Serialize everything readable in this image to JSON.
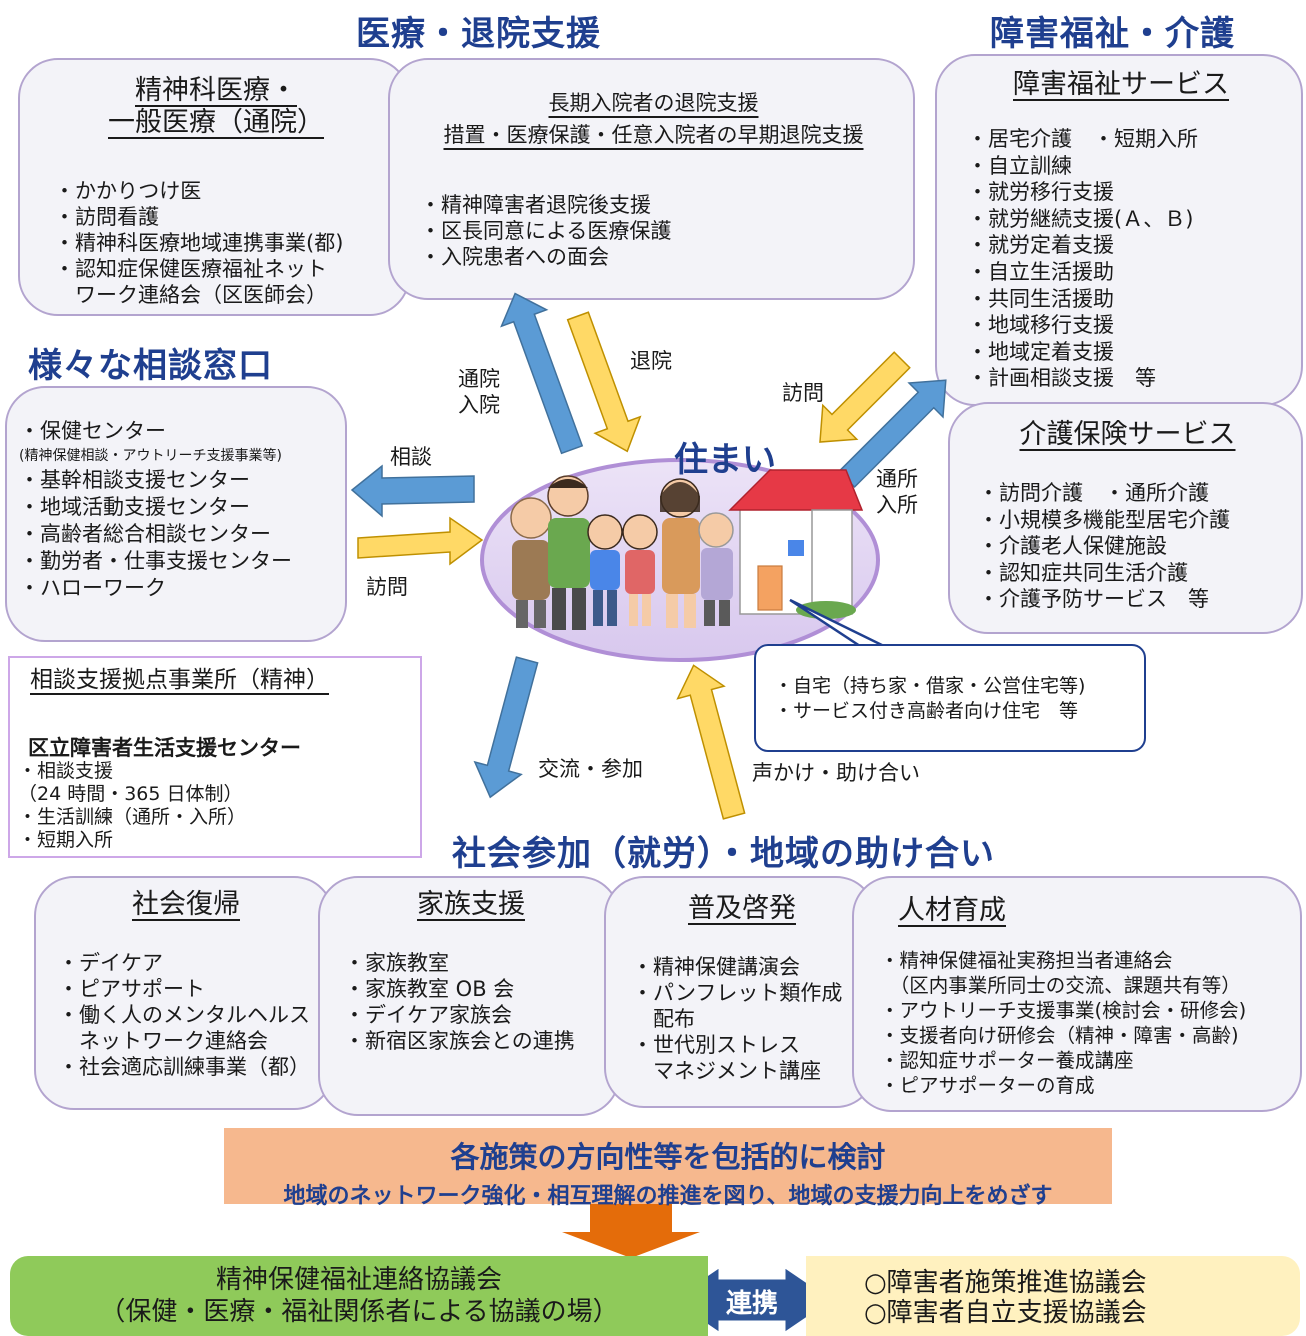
{
  "headings": {
    "medical": "医療・退院支援",
    "welfare": "障害福祉・介護",
    "consult": "様々な相談窓口",
    "social": "社会参加（就労）・地域の助け合い"
  },
  "boxes": {
    "psychiatric": {
      "title_line1": "精神科医療・",
      "title_line2": "一般医療（通院）",
      "items": [
        "・かかりつけ医",
        "・訪問看護",
        "・精神科医療地域連携事業(都)",
        "・認知症保健医療福祉ネット",
        "　ワーク連絡会（区医師会）"
      ]
    },
    "discharge": {
      "title_line1": "長期入院者の退院支援",
      "title_line2": "措置・医療保護・任意入院者の早期退院支援",
      "items": [
        "・精神障害者退院後支援",
        "・区長同意による医療保護",
        "・入院患者への面会"
      ]
    },
    "disability": {
      "title": "障害福祉サービス",
      "items": [
        "・居宅介護　・短期入所",
        "・自立訓練",
        "・就労移行支援",
        "・就労継続支援(Ａ、Ｂ)",
        "・就労定着支援",
        "・自立生活援助",
        "・共同生活援助",
        "・地域移行支援",
        "・地域定着支援",
        "・計画相談支援　等"
      ]
    },
    "care": {
      "title": "介護保険サービス",
      "items": [
        "・訪問介護　・通所介護",
        "・小規模多機能型居宅介護",
        "・介護老人保健施設",
        "・認知症共同生活介護",
        "・介護予防サービス　等"
      ]
    },
    "consultation": {
      "item1": "・保健センター",
      "item1_note": "(精神保健相談・アウトリーチ支援事業等)",
      "items": [
        "・基幹相談支援センター",
        "・地域活動支援センター",
        "・高齢者総合相談センター",
        "・勤労者・仕事支援センター",
        "・ハローワーク"
      ]
    },
    "base": {
      "title": "相談支援拠点事業所（精神）",
      "subtitle": "区立障害者生活支援センター",
      "items": [
        "・相談支援",
        "（24 時間・365 日体制）",
        "・生活訓練（通所・入所）",
        "・短期入所"
      ]
    },
    "rehab": {
      "title": "社会復帰",
      "items": [
        "・デイケア",
        "・ピアサポート",
        "・働く人のメンタルヘルス",
        "　ネットワーク連絡会",
        "・社会適応訓練事業（都）"
      ]
    },
    "family": {
      "title": "家族支援",
      "items": [
        "・家族教室",
        "・家族教室 OB 会",
        "・デイケア家族会",
        "・新宿区家族会との連携"
      ]
    },
    "awareness": {
      "title": "普及啓発",
      "items": [
        "・精神保健講演会",
        "・パンフレット類作成",
        "　配布",
        "・世代別ストレス",
        "　マネジメント講座"
      ]
    },
    "training": {
      "title": "人材育成",
      "items": [
        "・精神保健福祉実務担当者連絡会",
        "　（区内事業所同士の交流、課題共有等）",
        "・アウトリーチ支援事業(検討会・研修会)",
        "・支援者向け研修会（精神・障害・高齢)",
        "・認知症サポーター養成講座",
        "・ピアサポーターの育成"
      ]
    }
  },
  "center": {
    "title": "住まい",
    "bubble_items": [
      "・自宅（持ち家・借家・公営住宅等)",
      "・サービス付き高齢者向け住宅　等"
    ]
  },
  "arrow_labels": {
    "outpatient": "通院\n入院",
    "discharge": "退院",
    "visit_welfare": "訪問",
    "day_service": "通所\n入所",
    "consult": "相談",
    "visit_consult": "訪問",
    "exchange": "交流・参加",
    "mutual": "声かけ・助け合い"
  },
  "bottom": {
    "banner_main": "各施策の方向性等を包括的に検討",
    "banner_sub": "地域のネットワーク強化・相互理解の推進を図り、地域の支援力向上をめざす",
    "council_line1": "精神保健福祉連絡協議会",
    "council_line2": "（保健・医療・福祉関係者による協議の場）",
    "link_label": "連携",
    "other_council_1": "○障害者施策推進協議会",
    "other_council_2": "○障害者自立支援協議会"
  },
  "colors": {
    "heading": "#1f3f8f",
    "box_border": "#b3a4cf",
    "arrow_blue": "#5b9bd5",
    "arrow_yellow": "#ffd966",
    "banner": "#f6b88e",
    "down_arrow": "#e46c0a",
    "green": "#8fca5a",
    "yellow_box": "#fff1bf",
    "link_arrow": "#2e5597"
  }
}
